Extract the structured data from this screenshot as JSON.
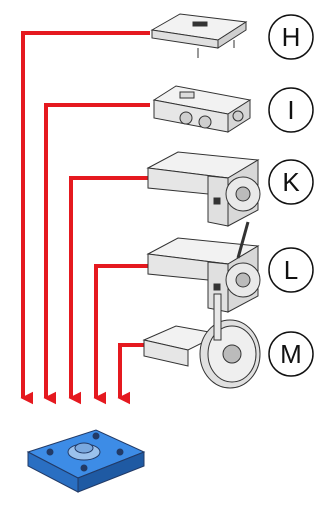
{
  "diagram": {
    "arrow_color": "#e5191f",
    "base_color": "#3d8ce6",
    "items": [
      {
        "label": "H"
      },
      {
        "label": "I"
      },
      {
        "label": "K"
      },
      {
        "label": "L"
      },
      {
        "label": "M"
      }
    ]
  }
}
